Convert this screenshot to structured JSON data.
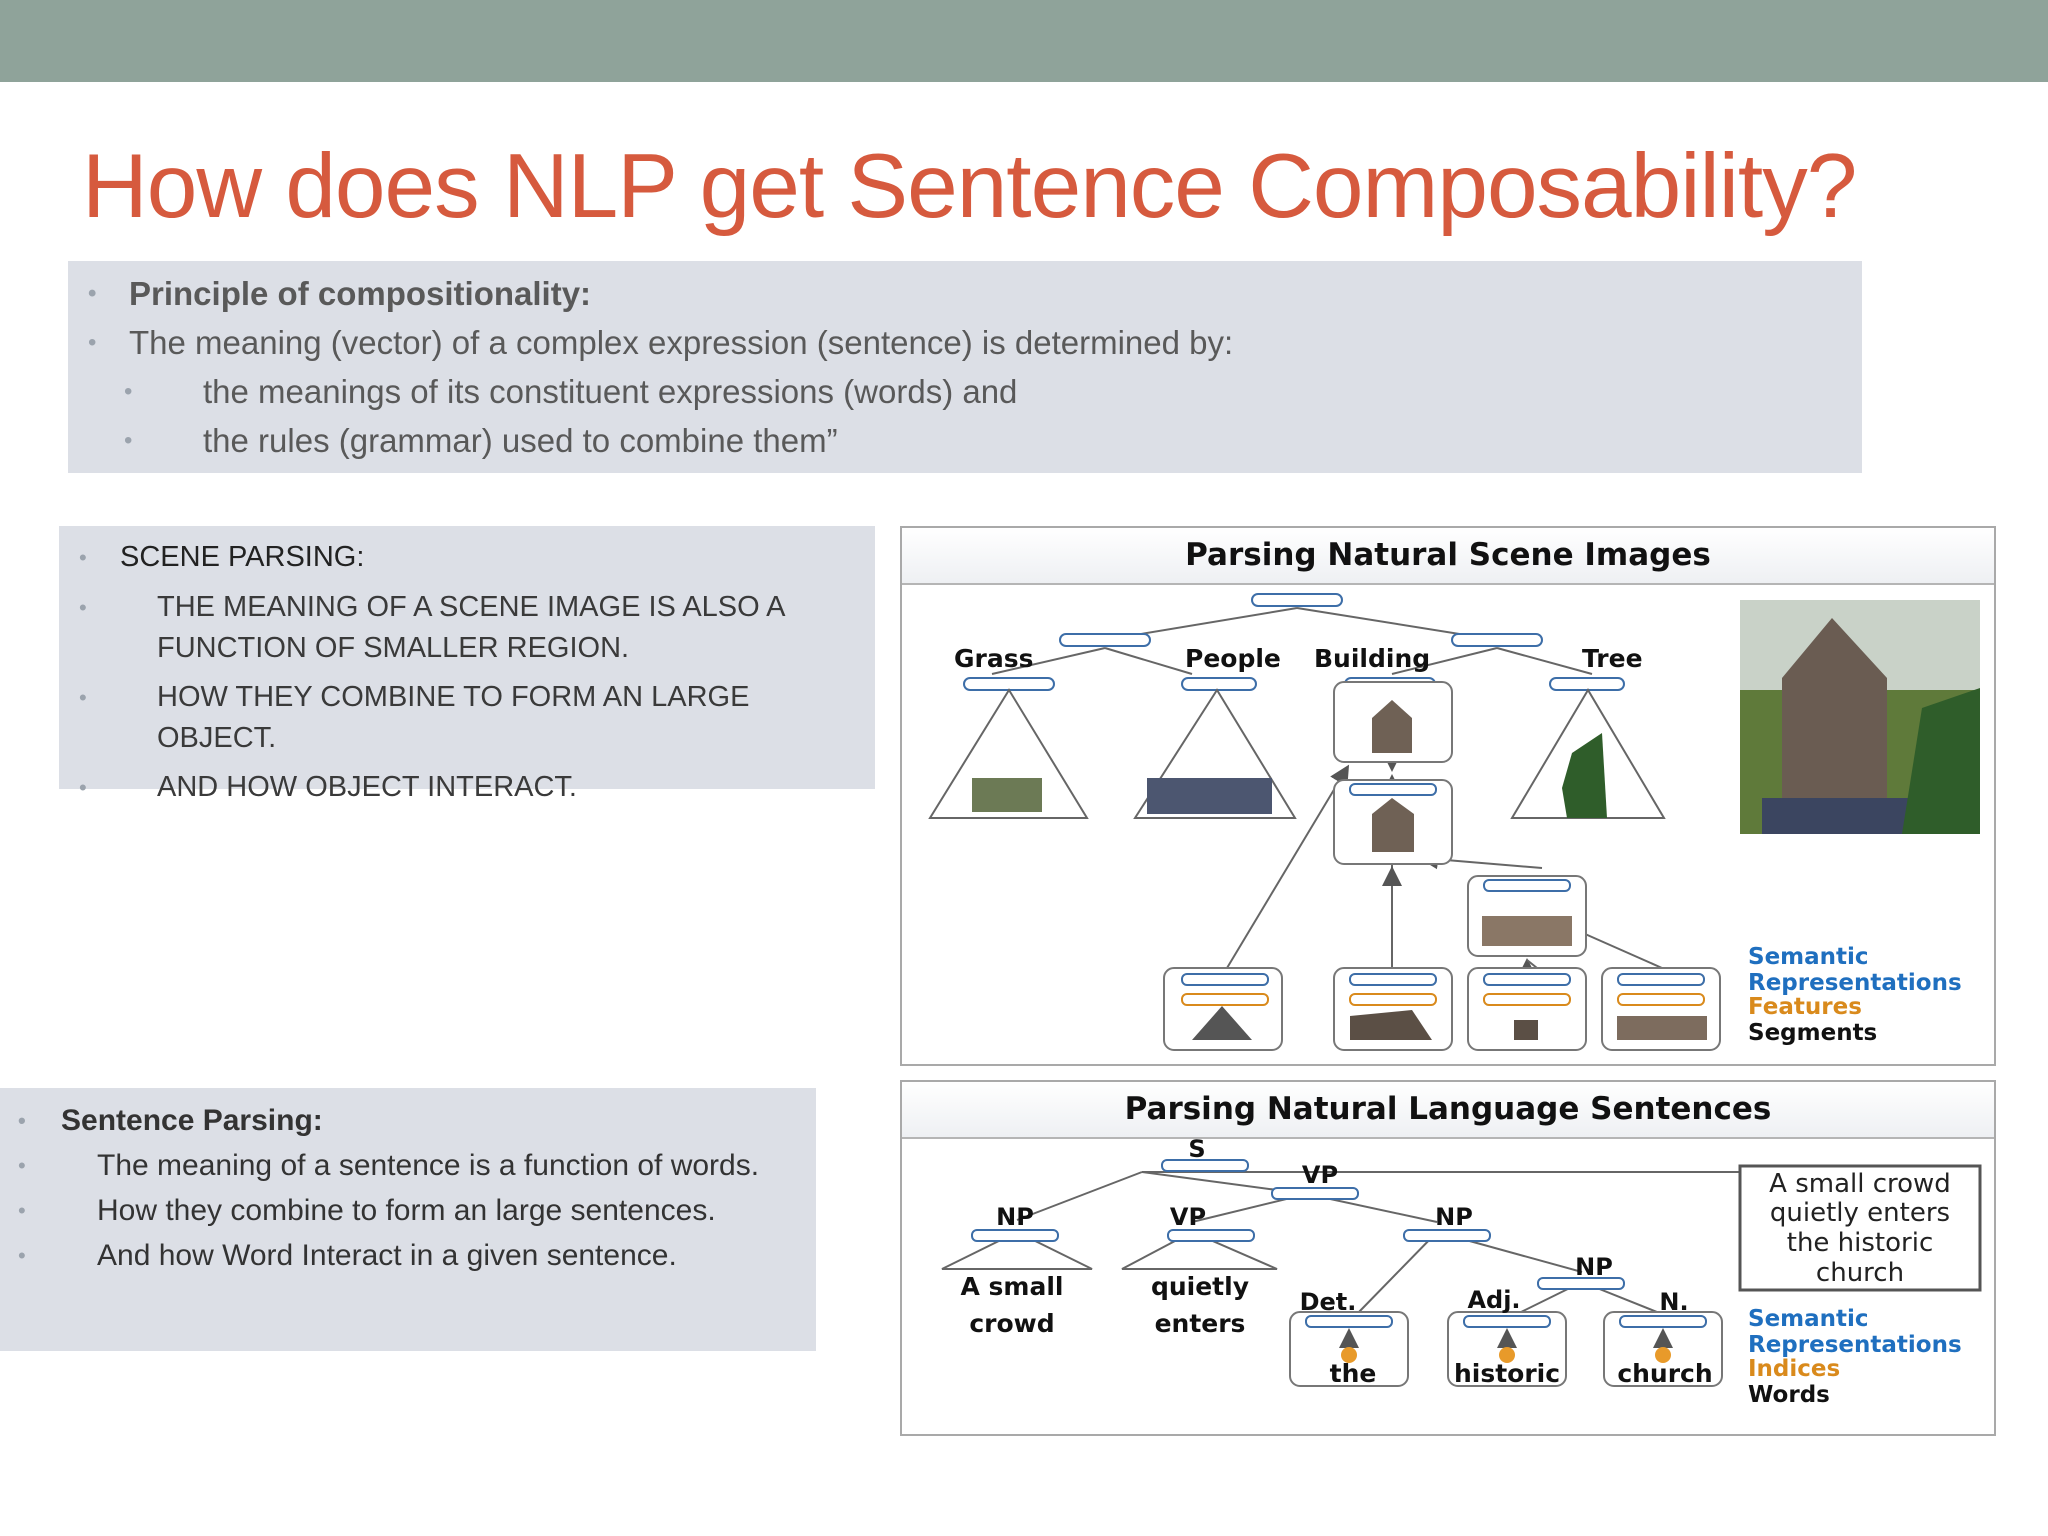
{
  "slide": {
    "title": "How does NLP get Sentence Composability?",
    "title_color": "#d65a3e",
    "topbar_color": "#8fa39a"
  },
  "principle": {
    "heading": "Principle of compositionality:",
    "line": "The meaning (vector) of a complex expression (sentence) is determined by:",
    "sub1": "the meanings of its constituent expressions (words) and",
    "sub2": "the rules (grammar) used to combine them”"
  },
  "scene_text": {
    "heading": "SCENE PARSING:",
    "items": [
      "THE MEANING OF A SCENE IMAGE IS ALSO A FUNCTION OF SMALLER REGION.",
      "HOW THEY COMBINE TO FORM AN LARGE OBJECT.",
      "AND HOW OBJECT INTERACT."
    ]
  },
  "sentence_text": {
    "heading": "Sentence Parsing:",
    "items": [
      "The meaning of a sentence is a function of words.",
      "How they combine to form an large sentences.",
      "And how Word Interact in a given sentence."
    ]
  },
  "scene_figure": {
    "title": "Parsing Natural Scene Images",
    "labels": {
      "grass": "Grass",
      "people": "People",
      "building": "Building",
      "tree": "Tree"
    },
    "legend": {
      "semantic": "Semantic",
      "representations": "Representations",
      "features": "Features",
      "segments": "Segments"
    }
  },
  "language_figure": {
    "title": "Parsing Natural Language Sentences",
    "nodes": {
      "s": "S",
      "vp_top": "VP",
      "np_left": "NP",
      "vp_left": "VP",
      "np_mid": "NP",
      "np_low": "NP",
      "det": "Det.",
      "adj": "Adj.",
      "n": "N."
    },
    "phrases": {
      "a_small": "A small",
      "crowd": "crowd",
      "quietly": "quietly",
      "enters": "enters"
    },
    "words": {
      "the": "the",
      "historic": "historic",
      "church": "church"
    },
    "sentence_lines": [
      "A small crowd",
      "quietly enters",
      "the historic",
      "church"
    ],
    "legend": {
      "semantic": "Semantic",
      "representations": "Representations",
      "indices": "Indices",
      "words": "Words"
    }
  },
  "colors": {
    "semantic_blue": "#1f6fbf",
    "feature_orange": "#d98a1c",
    "node_blue": "#3d6ea8",
    "box_bg": "#dcdfe6"
  }
}
